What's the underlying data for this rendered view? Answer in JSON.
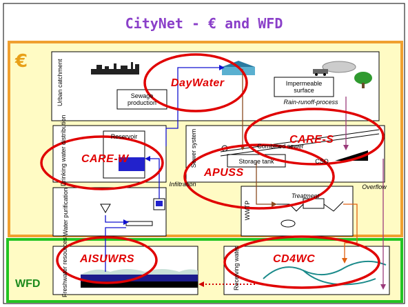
{
  "title": "CityNet - € and WFD",
  "regions": {
    "euro_label": "€",
    "wfd_label": "WFD"
  },
  "boxes": {
    "urban_catchment": "Urban catchment",
    "sewage_production": "Sewage production",
    "impermeable_surface": "Impermeable surface",
    "rain_runoff": "Rain-runoff-process",
    "drinking_water": "Drinking water distribution",
    "reservoir": "Reservoir",
    "sewer_system": "Sewer system",
    "combined_sewer": "Combined sewer",
    "storage_tank": "Storage tank",
    "cso": "CSO",
    "infiltration": "Infiltration",
    "overflow": "Overflow",
    "water_purification": "Water purification",
    "wwtp": "WWTP",
    "treatment": "Treatment",
    "freshwater_resources": "Freshwater resources",
    "receiving_water": "Receiving water"
  },
  "projects": {
    "daywater": "DayWater",
    "care_s": "CARE-S",
    "care_w": "CARE-W",
    "apuss": "APUSS",
    "aisuwrs": "AISUWRS",
    "cd4wc": "CD4WC"
  },
  "colors": {
    "euro_frame": "#f0a030",
    "euro_fill": "#fffbc4",
    "wfd_frame": "#22c422",
    "ellipse": "#e00000",
    "title": "#8a3fc9"
  }
}
